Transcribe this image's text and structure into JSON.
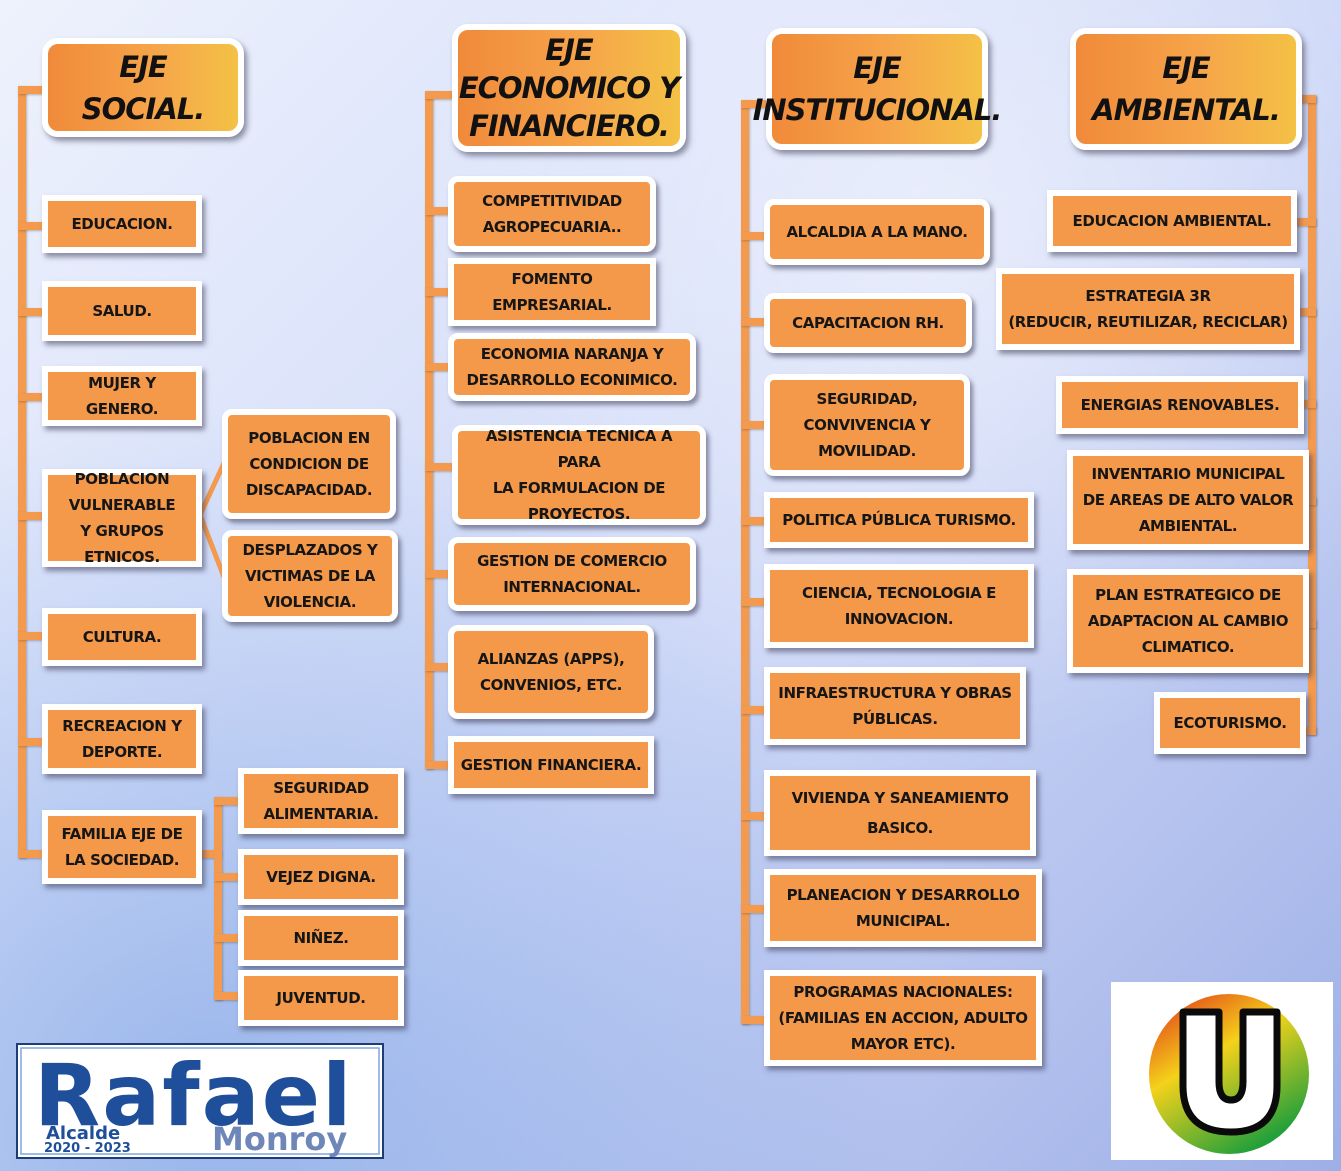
{
  "axes": [
    {
      "title": "EJE\nSOCIAL.",
      "items": [
        "EDUCACION.",
        "SALUD.",
        "MUJER Y GENERO.",
        "POBLACION\nVULNERABLE\nY GRUPOS ETNICOS.",
        "CULTURA.",
        "RECREACION Y\nDEPORTE.",
        "FAMILIA EJE DE\nLA SOCIEDAD."
      ],
      "vulnerable_sub": [
        "POBLACION EN\nCONDICION DE\nDISCAPACIDAD.",
        "DESPLAZADOS Y\nVICTIMAS DE LA\nVIOLENCIA."
      ],
      "familia_sub": [
        "SEGURIDAD\nALIMENTARIA.",
        "VEJEZ DIGNA.",
        "NIÑEZ.",
        "JUVENTUD."
      ]
    },
    {
      "title": "EJE\nECONOMICO Y\nFINANCIERO.",
      "items": [
        "COMPETITIVIDAD\nAGROPECUARIA..",
        "FOMENTO\nEMPRESARIAL.",
        "ECONOMIA NARANJA Y\nDESARROLLO ECONIMICO.",
        "ASISTENCIA TECNICA A PARA\nLA FORMULACION DE\nPROYECTOS.",
        "GESTION DE COMERCIO\nINTERNACIONAL.",
        "ALIANZAS (APPS),\nCONVENIOS, ETC.",
        "GESTION FINANCIERA."
      ]
    },
    {
      "title": "EJE\nINSTITUCIONAL.",
      "items": [
        "ALCALDIA A LA MANO.",
        "CAPACITACION RH.",
        "SEGURIDAD,\nCONVIVENCIA Y\nMOVILIDAD.",
        "POLITICA PÚBLICA TURISMO.",
        "CIENCIA, TECNOLOGIA E\nINNOVACION.",
        "INFRAESTRUCTURA Y OBRAS\nPÚBLICAS.",
        "VIVIENDA Y SANEAMIENTO\nBASICO.",
        "PLANEACION Y DESARROLLO\nMUNICIPAL.",
        "PROGRAMAS NACIONALES:\n(FAMILIAS EN ACCION, ADULTO\nMAYOR ETC)."
      ]
    },
    {
      "title": "EJE\nAMBIENTAL.",
      "items": [
        "EDUCACION AMBIENTAL.",
        "ESTRATEGIA 3R\n(REDUCIR, REUTILIZAR, RECICLAR)",
        "ENERGIAS RENOVABLES.",
        "INVENTARIO MUNICIPAL\nDE AREAS DE ALTO VALOR\nAMBIENTAL.",
        "PLAN ESTRATEGICO DE\nADAPTACION AL CAMBIO\nCLIMATICO.",
        "ECOTURISMO."
      ]
    }
  ],
  "logo_rafael": {
    "name": "Rafael",
    "role": "Alcalde",
    "period": "2020 - 2023",
    "surname": "Monroy"
  },
  "logo_u": {
    "letter": "U"
  },
  "colors": {
    "box_fill": "#f4984a",
    "connector": "#f39a4e",
    "logo_blue": "#1f4f9a",
    "logo_u_red": "#e02a1a",
    "logo_u_yellow": "#f4d21a",
    "logo_u_green": "#22a03a"
  }
}
